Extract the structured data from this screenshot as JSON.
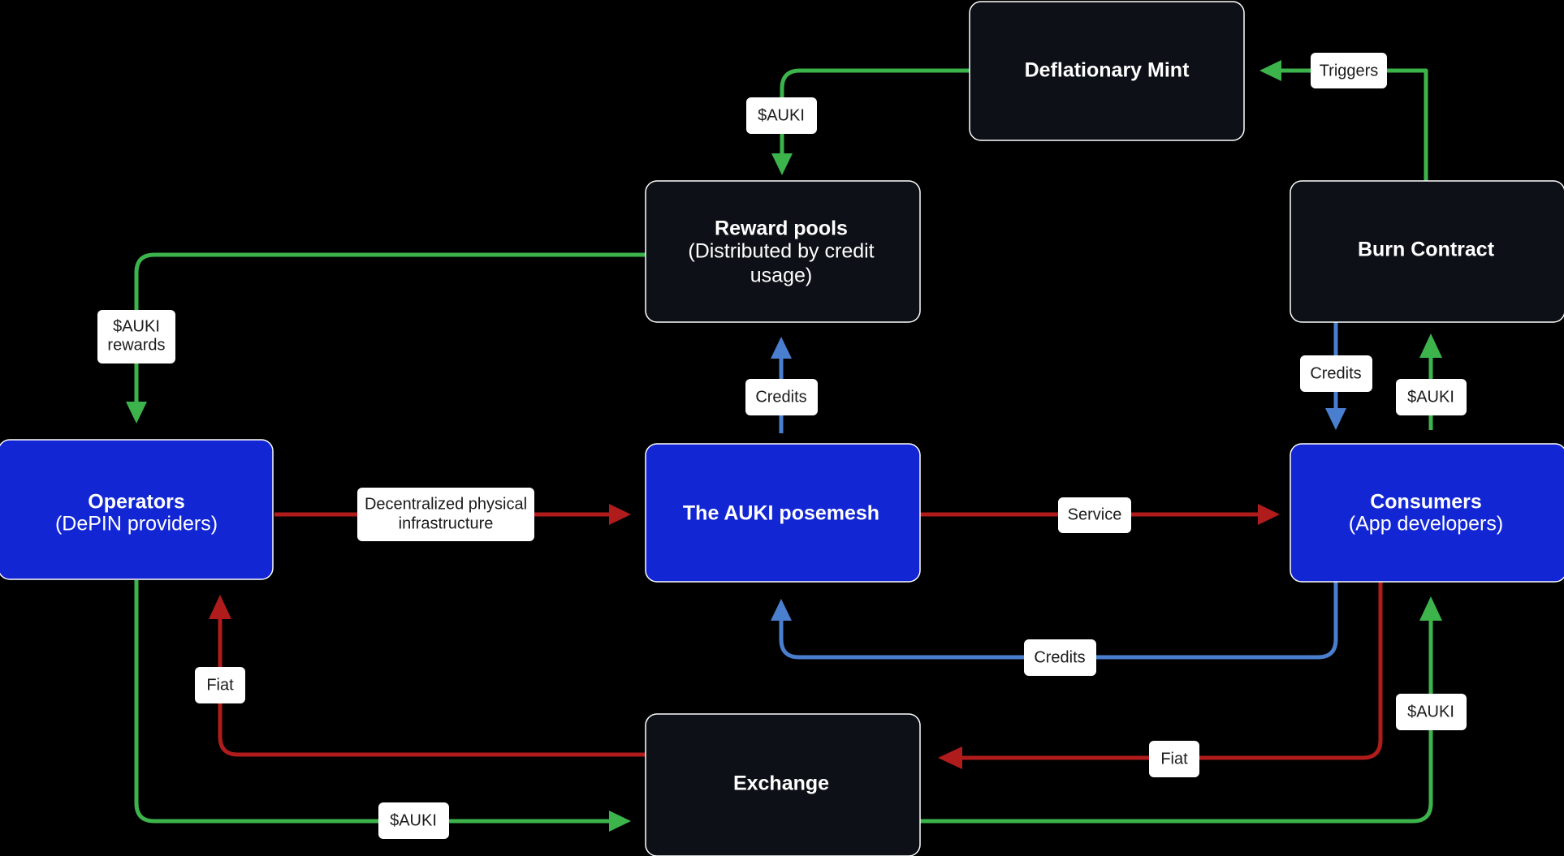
{
  "diagram": {
    "title": "AUKI posemesh token flow",
    "background_color": "#000000",
    "colors": {
      "green": "#3cb44b",
      "red": "#b01c1c",
      "blue_edge": "#4a7ece",
      "node_blue": "#1226d4",
      "node_dark": "#0d1117",
      "node_border": "#ffffff",
      "label_bg": "#ffffff",
      "label_text": "#1b1b1b"
    },
    "nodes": [
      {
        "id": "deflationary-mint",
        "label": "Deflationary Mint",
        "sublabel": "",
        "style": "dark"
      },
      {
        "id": "reward-pools",
        "label": "Reward pools",
        "sublabel": "(Distributed by credit usage)",
        "style": "dark"
      },
      {
        "id": "burn-contract",
        "label": "Burn Contract",
        "sublabel": "",
        "style": "dark"
      },
      {
        "id": "operators",
        "label": "Operators",
        "sublabel": "(DePIN providers)",
        "style": "blue"
      },
      {
        "id": "auki-posemesh",
        "label": "The AUKI posemesh",
        "sublabel": "",
        "style": "blue"
      },
      {
        "id": "consumers",
        "label": "Consumers",
        "sublabel": "(App developers)",
        "style": "blue"
      },
      {
        "id": "exchange",
        "label": "Exchange",
        "sublabel": "",
        "style": "dark"
      }
    ],
    "edges": [
      {
        "id": "triggers",
        "label": "Triggers",
        "color": "green",
        "from": "burn-contract",
        "to": "deflationary-mint"
      },
      {
        "id": "mint-auki",
        "label": "$AUKI",
        "color": "green",
        "from": "deflationary-mint",
        "to": "reward-pools"
      },
      {
        "id": "auki-rewards",
        "label": "$AUKI rewards",
        "label_line1": "$AUKI",
        "label_line2": "rewards",
        "color": "green",
        "from": "reward-pools",
        "to": "operators"
      },
      {
        "id": "dpi",
        "label": "Decentralized physical infrastructure",
        "label_line1": "Decentralized physical",
        "label_line2": "infrastructure",
        "color": "red",
        "from": "operators",
        "to": "auki-posemesh"
      },
      {
        "id": "service",
        "label": "Service",
        "color": "red",
        "from": "auki-posemesh",
        "to": "consumers"
      },
      {
        "id": "credits-up",
        "label": "Credits",
        "color": "blue",
        "from": "auki-posemesh",
        "to": "reward-pools"
      },
      {
        "id": "credits-consumers",
        "label": "Credits",
        "color": "blue",
        "from": "consumers",
        "to": "auki-posemesh"
      },
      {
        "id": "credits-burn",
        "label": "Credits",
        "color": "blue",
        "from": "burn-contract",
        "to": "consumers"
      },
      {
        "id": "auki-burn",
        "label": "$AUKI",
        "color": "green",
        "from": "consumers",
        "to": "burn-contract"
      },
      {
        "id": "fiat-operators",
        "label": "Fiat",
        "color": "red",
        "from": "exchange",
        "to": "operators"
      },
      {
        "id": "fiat-consumers",
        "label": "Fiat",
        "color": "red",
        "from": "consumers",
        "to": "exchange"
      },
      {
        "id": "auki-exchange",
        "label": "$AUKI",
        "color": "green",
        "from": "operators",
        "to": "exchange"
      },
      {
        "id": "auki-consumers",
        "label": "$AUKI",
        "color": "green",
        "from": "exchange",
        "to": "consumers"
      }
    ]
  }
}
